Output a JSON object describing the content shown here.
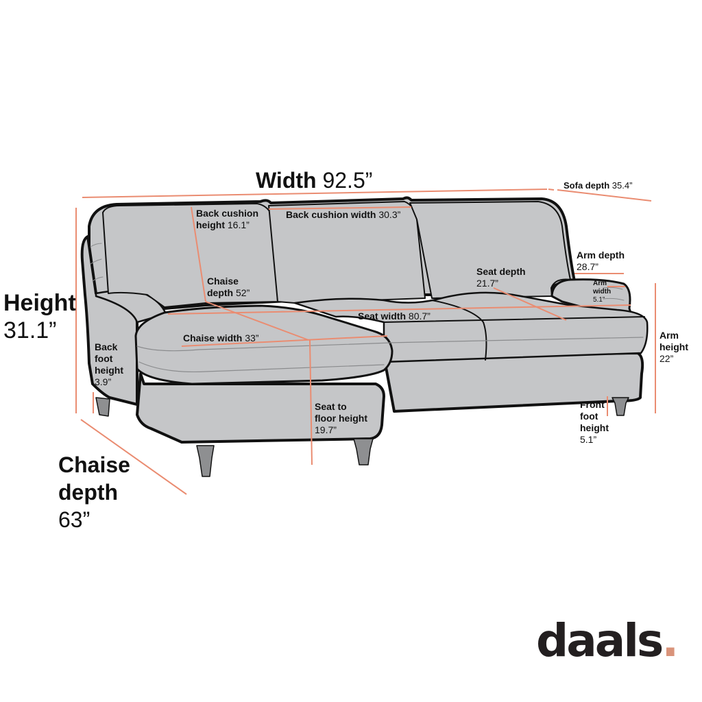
{
  "colors": {
    "accent": "#ea8c71",
    "sofa_fill": "#c5c6c8",
    "outline": "#111111",
    "leg_fill": "#8e8f91",
    "logo_text": "#231f20",
    "logo_dot": "#d9937a"
  },
  "title": {
    "label": "Width",
    "value": "92.5”"
  },
  "dimensions": {
    "height": {
      "label": "Height",
      "value": "31.1”"
    },
    "chaise_depth_total": {
      "label_line1": "Chaise",
      "label_line2": "depth",
      "value": "63”"
    },
    "sofa_depth": {
      "label": "Sofa depth",
      "value": "35.4”"
    },
    "back_cushion_height": {
      "label_line1": "Back cushion",
      "label_line2": "height",
      "value": "16.1”"
    },
    "back_cushion_width": {
      "label": "Back cushion width",
      "value": "30.3”"
    },
    "chaise_depth_seat": {
      "label_line1": "Chaise",
      "label_line2": "depth",
      "value": "52”"
    },
    "seat_width": {
      "label": "Seat width",
      "value": "80.7”"
    },
    "chaise_width": {
      "label": "Chaise width",
      "value": "33”"
    },
    "seat_depth": {
      "label": "Seat depth",
      "value": "21.7”"
    },
    "arm_depth": {
      "label": "Arm depth",
      "value": "28.7”"
    },
    "arm_width": {
      "label_line1": "Arm",
      "label_line2": "width",
      "value": "5.1”"
    },
    "arm_height": {
      "label_line1": "Arm",
      "label_line2": "height",
      "value": "22”"
    },
    "back_foot_height": {
      "label_line1": "Back",
      "label_line2": "foot",
      "label_line3": "height",
      "value": "3.9”"
    },
    "seat_to_floor_height": {
      "label_line1": "Seat to",
      "label_line2": "floor height",
      "value": "19.7”"
    },
    "front_foot_height": {
      "label_line1": "Front",
      "label_line2": "foot",
      "label_line3": "height",
      "value": "5.1”"
    }
  },
  "brand": {
    "name": "daals",
    "dot": "."
  }
}
